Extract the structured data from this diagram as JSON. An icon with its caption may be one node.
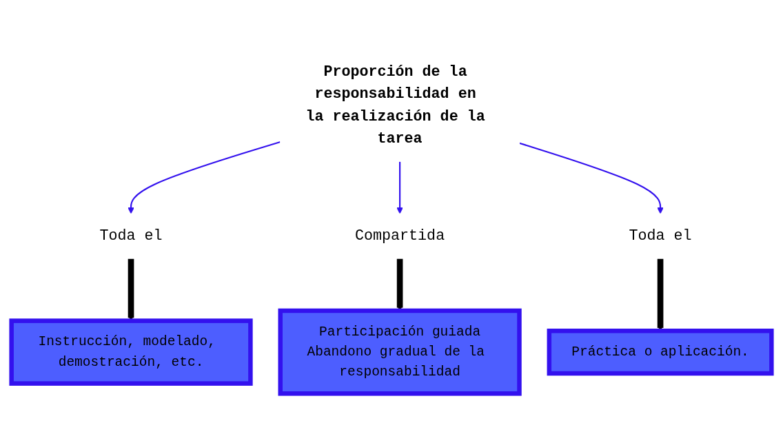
{
  "diagram": {
    "nodes": [
      {
        "text": [
          "Proporción de la responsabilidad en la realización de la tarea"
        ]
      },
      {
        "text": [
          "Toda el"
        ]
      },
      {
        "text": [
          "Compartida"
        ]
      },
      {
        "text": [
          "Toda el"
        ]
      },
      {
        "text": [
          "Instrucción, modelado, demostración, etc."
        ]
      },
      {
        "text": [
          "Participación guiada",
          "Abandono gradual de la responsabilidad"
        ]
      },
      {
        "text": [
          "Práctica o aplicación."
        ]
      }
    ],
    "edges": [
      {
        "from": 0,
        "to": 1,
        "arrow": "to"
      },
      {
        "from": 0,
        "to": 2,
        "arrow": "to"
      },
      {
        "from": 0,
        "to": 3,
        "arrow": "to"
      },
      {
        "from": 1,
        "to": 4,
        "arrow": "to",
        "style": "thick",
        "color": "#000000"
      },
      {
        "from": 2,
        "to": 5,
        "arrow": "to",
        "style": "thick",
        "color": "#000000"
      },
      {
        "from": 3,
        "to": 6,
        "arrow": "to",
        "style": "thick",
        "color": "#000000"
      }
    ]
  }
}
